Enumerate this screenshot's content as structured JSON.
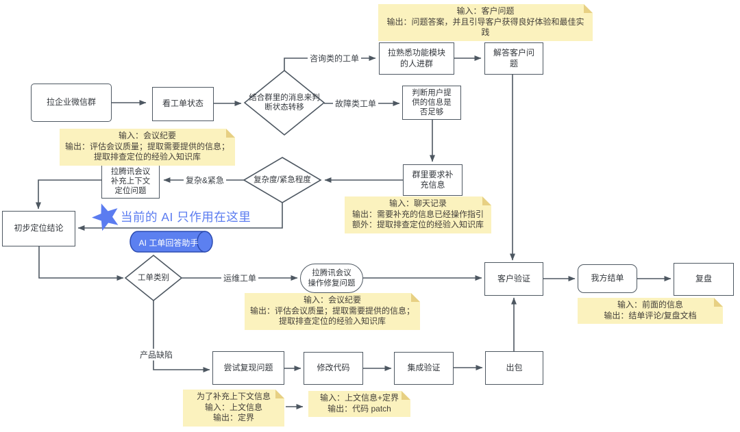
{
  "colors": {
    "note_bg": "#FBF2BE",
    "note_fold": "#E7D083",
    "shape_border": "#4D5761",
    "arrow": "#4D5761",
    "accent_blue": "#5B7CF0",
    "cylinder_fill": "#5C80F0",
    "cylinder_border": "#2C4BB0",
    "text": "#33373C"
  },
  "nodes": {
    "pull_wechat_group": "拉企业微信群",
    "check_ticket_status": "看工单状态",
    "judge_status_transfer": "结合群里的消息来判\n断状态转移",
    "pull_experts": "拉熟悉功能模块\n的人进群",
    "answer_customer": "解答客户问\n题",
    "judge_info_enough": "判断用户提\n供的信息是\n否足够",
    "request_more_info": "群里要求补\n充信息",
    "complexity_urgency": "复杂度/紧急程度",
    "meeting_locate": "拉腾讯会议\n补充上下文\n定位问题",
    "preliminary_conclusion": "初步定位结论",
    "ticket_category": "工单类别",
    "meeting_fix": "拉腾讯会议\n操作修复问题",
    "customer_verify": "客户验证",
    "we_close": "我方结单",
    "retrospective": "复盘",
    "try_reproduce": "尝试复现问题",
    "modify_code": "修改代码",
    "integration_verify": "集成验证",
    "release_package": "出包"
  },
  "edge_labels": {
    "consult": "咨询类的工单",
    "fault": "故障类工单",
    "complex_urgent": "复杂&紧急",
    "ops_ticket": "运维工单",
    "product_defect": "产品缺陷"
  },
  "notes": {
    "customer_question": "输入：客户问题\n输出：问题答案，并且引导客户获得良好体验和最佳实践",
    "meeting_minutes_left": "输入：会议纪要\n输出：评估会议质量；提取需要提供的信息；\n提取排查定位的经验入知识库",
    "chat_log": "输入：聊天记录\n输出：需要补充的信息已经操作指引\n额外：提取排查定位的经验入知识库",
    "meeting_minutes_mid": "输入：会议纪要\n输出：评估会议质量；提取需要提供的信息；\n提取排查定位的经验入知识库",
    "closing_review": "输入：前面的信息\n输出：结单评论/复盘文档",
    "context_supplement": "为了补充上下文信息\n输入：上文信息\n输出：定界",
    "code_patch": "输入：上文信息+定界\n输出：代码 patch"
  },
  "annotations": {
    "ai_scope": "当前的 AI 只作用在这里",
    "ai_assistant": "AI 工单回答助手"
  }
}
